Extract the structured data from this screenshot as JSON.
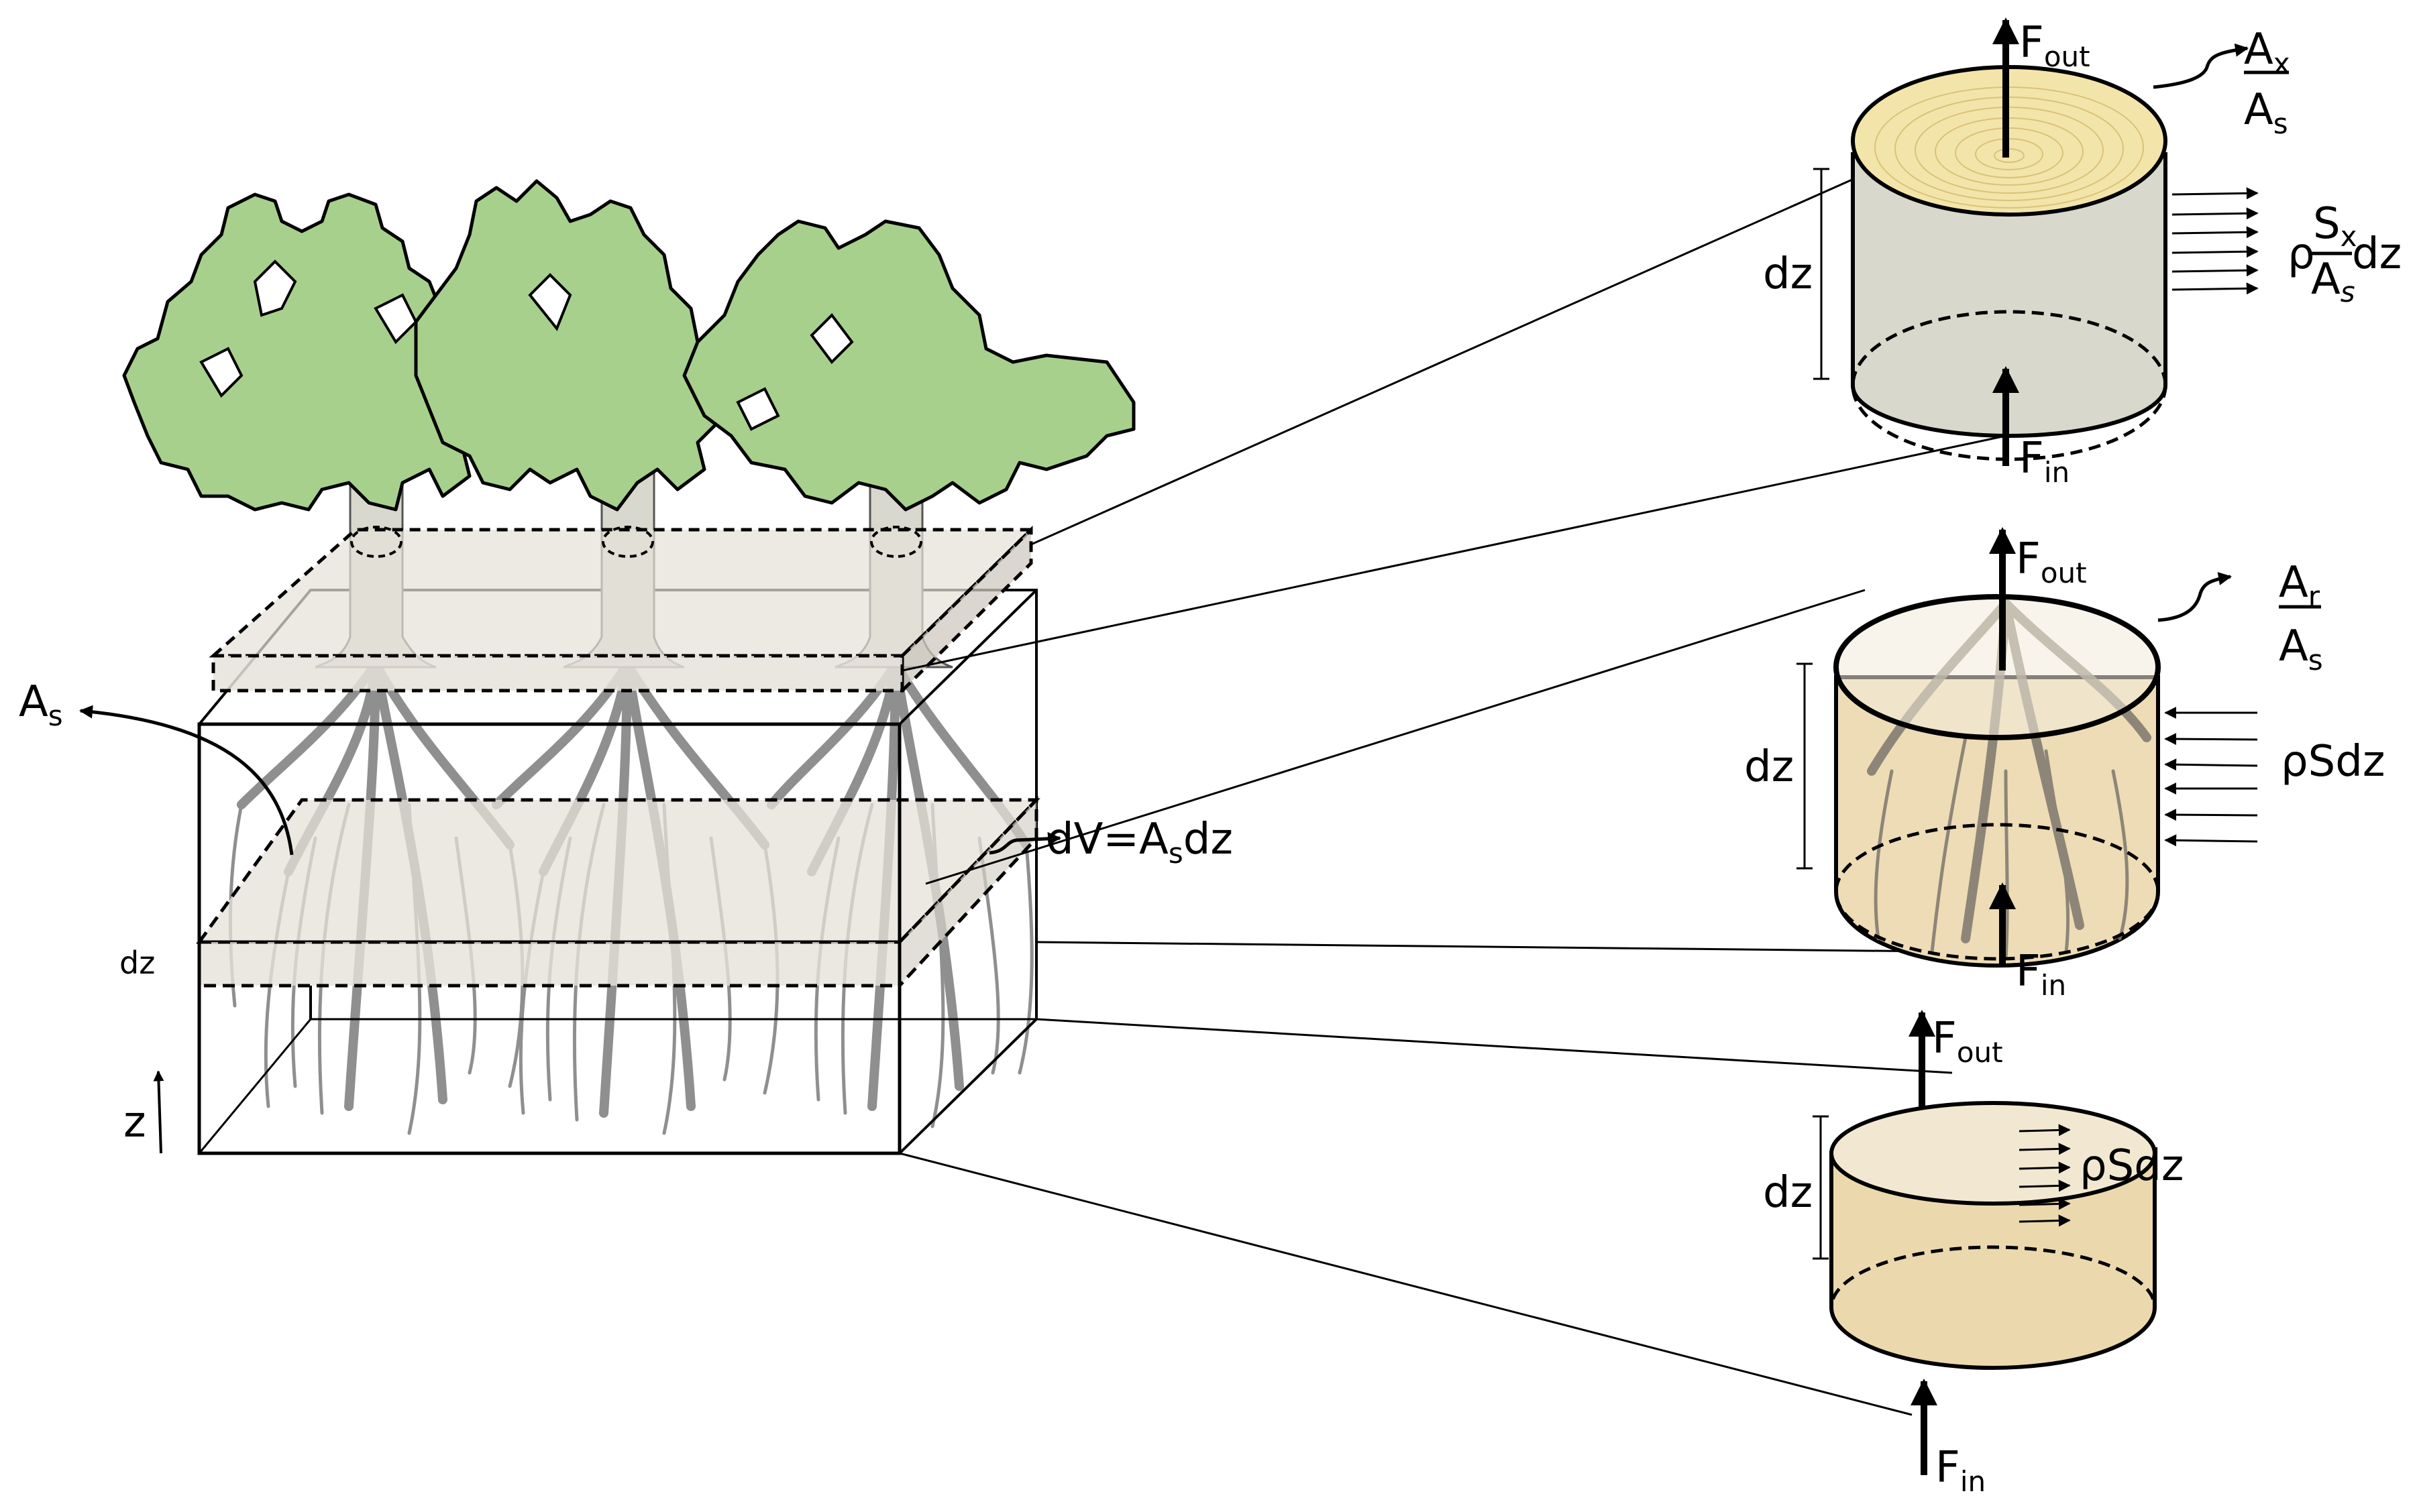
{
  "figure": {
    "description": "Soil-plant water flux control volumes: stem layer, root zone layer and bulk soil layer",
    "colors": {
      "canopy": "#a8d08d",
      "trunk": "#d8d8cf",
      "slab": "#e6e2da",
      "roots": "#8a8a8a",
      "stem_top": "#f3e5a9",
      "stem_side": "#d8d8cc",
      "root_cyl": "#eddcb6",
      "soil_cyl": "#ebd9ad",
      "line": "#000000"
    }
  },
  "left_panel": {
    "surface_area_label": {
      "main": "A",
      "sub": "s"
    },
    "volume_label": {
      "prefix": "dV=A",
      "sub": "s",
      "suffix": "dz"
    },
    "layer_thickness_label": "dz",
    "vertical_axis_label": "z",
    "trees": 3
  },
  "cylinders": [
    {
      "id": "stem",
      "flux_out": {
        "main": "F",
        "sub": "out"
      },
      "flux_in": {
        "main": "F",
        "sub": "in"
      },
      "ratio": {
        "num_main": "A",
        "num_sub": "x",
        "den_main": "A",
        "den_sub": "s"
      },
      "sink": {
        "prefix": "ρ",
        "num_main": "S",
        "num_sub": "x",
        "den_main": "A",
        "den_sub": "s",
        "suffix": "dz"
      },
      "sink_direction": "outward",
      "height_label": "dz"
    },
    {
      "id": "root",
      "flux_out": {
        "main": "F",
        "sub": "out"
      },
      "flux_in": {
        "main": "F",
        "sub": "in"
      },
      "ratio": {
        "num_main": "A",
        "num_sub": "r",
        "den_main": "A",
        "den_sub": "s"
      },
      "sink": {
        "text": "ρSdz"
      },
      "sink_direction": "inward",
      "height_label": "dz"
    },
    {
      "id": "soil",
      "flux_out": {
        "main": "F",
        "sub": "out"
      },
      "flux_in": {
        "main": "F",
        "sub": "in"
      },
      "sink": {
        "text": "ρSdz"
      },
      "sink_direction": "outward",
      "height_label": "dz"
    }
  ]
}
